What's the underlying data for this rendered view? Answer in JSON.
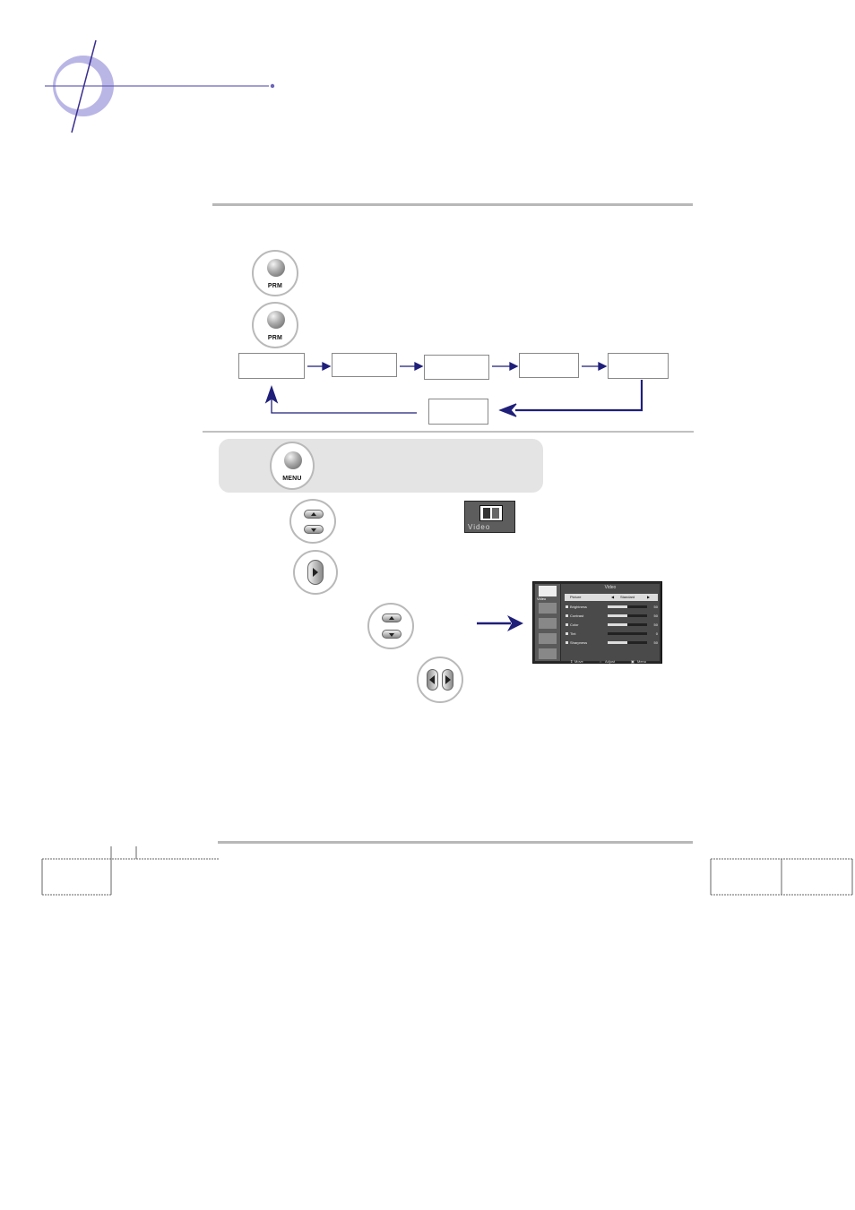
{
  "header": {
    "logo_icon": "phi-circle-logo-icon",
    "accent_color": "#3a2f8f",
    "ring_color": "#b9b6e6"
  },
  "section": {
    "prm_button_label": "PRM",
    "menu_button_label": "MENU",
    "arrow_color": "#1f1f7a"
  },
  "video_icon": {
    "label": "Video"
  },
  "osd": {
    "title": "Video",
    "side_labels": [
      "Video",
      "",
      "",
      "",
      ""
    ],
    "selected_row": {
      "label": "Picture",
      "value": "Standard"
    },
    "rows": [
      {
        "label": "Brightness",
        "value": "50",
        "level": 0.5
      },
      {
        "label": "Contrast",
        "value": "50",
        "level": 0.5
      },
      {
        "label": "Color",
        "value": "50",
        "level": 0.5
      },
      {
        "label": "Tint",
        "value": "0",
        "level": 0.0
      },
      {
        "label": "Sharpness",
        "value": "50",
        "level": 0.5
      }
    ],
    "footer": {
      "move": "Move",
      "adjust": "Adjust",
      "menu": "Menu"
    }
  }
}
